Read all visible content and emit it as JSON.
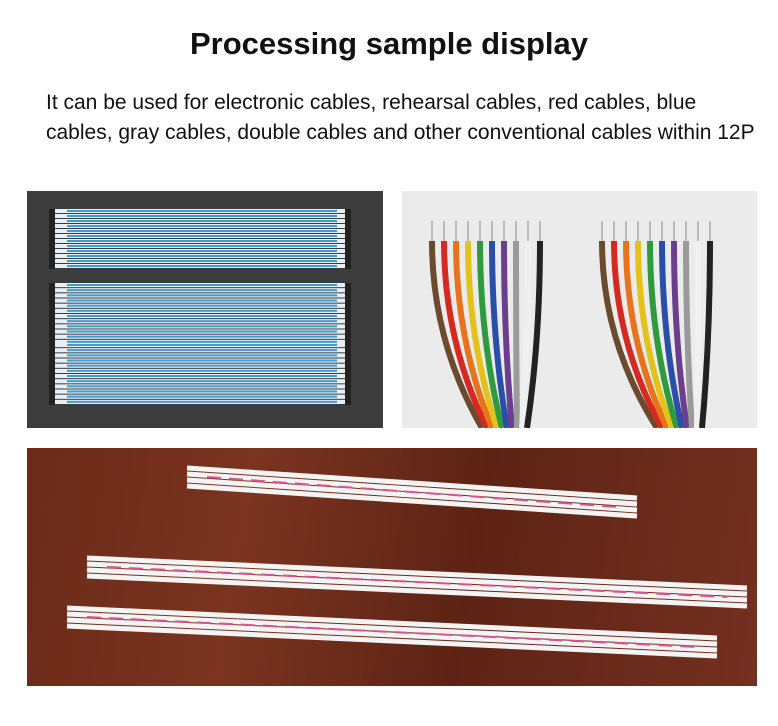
{
  "header": {
    "title": "Processing sample display",
    "description": "It can be used for electronic cables, rehearsal cables, red cables, blue cables, gray cables, double cables and other conventional cables within 12P"
  },
  "photos": [
    {
      "subject": "white-blue-ribbon-cables"
    },
    {
      "subject": "rainbow-ribbon-cables"
    },
    {
      "subject": "white-pink-ribbon-cables"
    }
  ],
  "colors": {
    "wire_rainbow": [
      "#6b4a2e",
      "#d42a22",
      "#e8731d",
      "#e3c21a",
      "#2f9a3e",
      "#2b4fa8",
      "#6c3f8e",
      "#9a9a9a",
      "#f0f0f0",
      "#222222"
    ]
  }
}
